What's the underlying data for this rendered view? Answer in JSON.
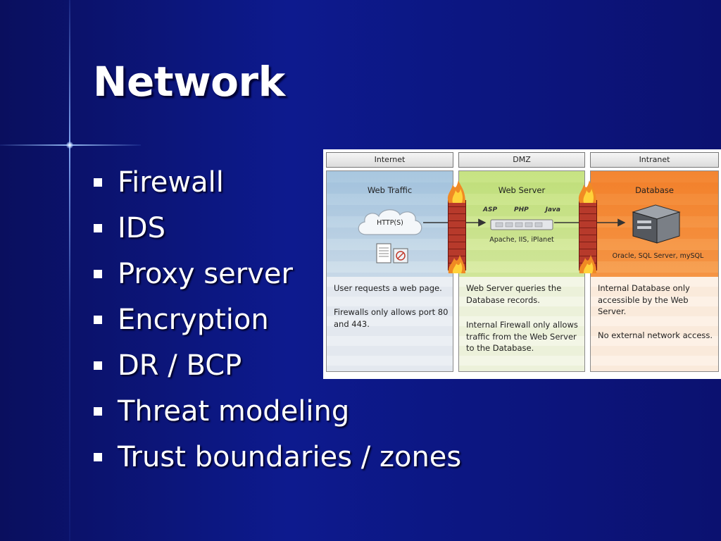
{
  "slide": {
    "title": "Network",
    "bullets": [
      "Firewall",
      "IDS",
      "Proxy server",
      "Encryption",
      "DR / BCP",
      "Threat modeling",
      "Trust boundaries / zones"
    ]
  },
  "diagram": {
    "zones": [
      {
        "header": "Internet",
        "title": "Web Traffic",
        "cloud_label": "HTTP(S)",
        "desc1": "User requests a web page.",
        "desc2": "Firewalls only allows port 80 and 443."
      },
      {
        "header": "DMZ",
        "title": "Web Server",
        "tech": [
          "ASP",
          "PHP",
          "Java"
        ],
        "servers": "Apache, IIS, iPlanet",
        "desc1": "Web Server queries the Database records.",
        "desc2": "Internal Firewall only allows traffic from the Web Server to the Database."
      },
      {
        "header": "Intranet",
        "title": "Database",
        "products": "Oracle, SQL Server, mySQL",
        "desc1": "Internal Database only accessible by the Web Server.",
        "desc2": "No external network access."
      }
    ]
  },
  "colors": {
    "background": "#0d1a8e",
    "text": "#ffffff",
    "internet_zone": "#c7d8e7",
    "dmz_zone": "#d0e59a",
    "intranet_zone": "#f59545",
    "firewall": "#b73a2b"
  }
}
